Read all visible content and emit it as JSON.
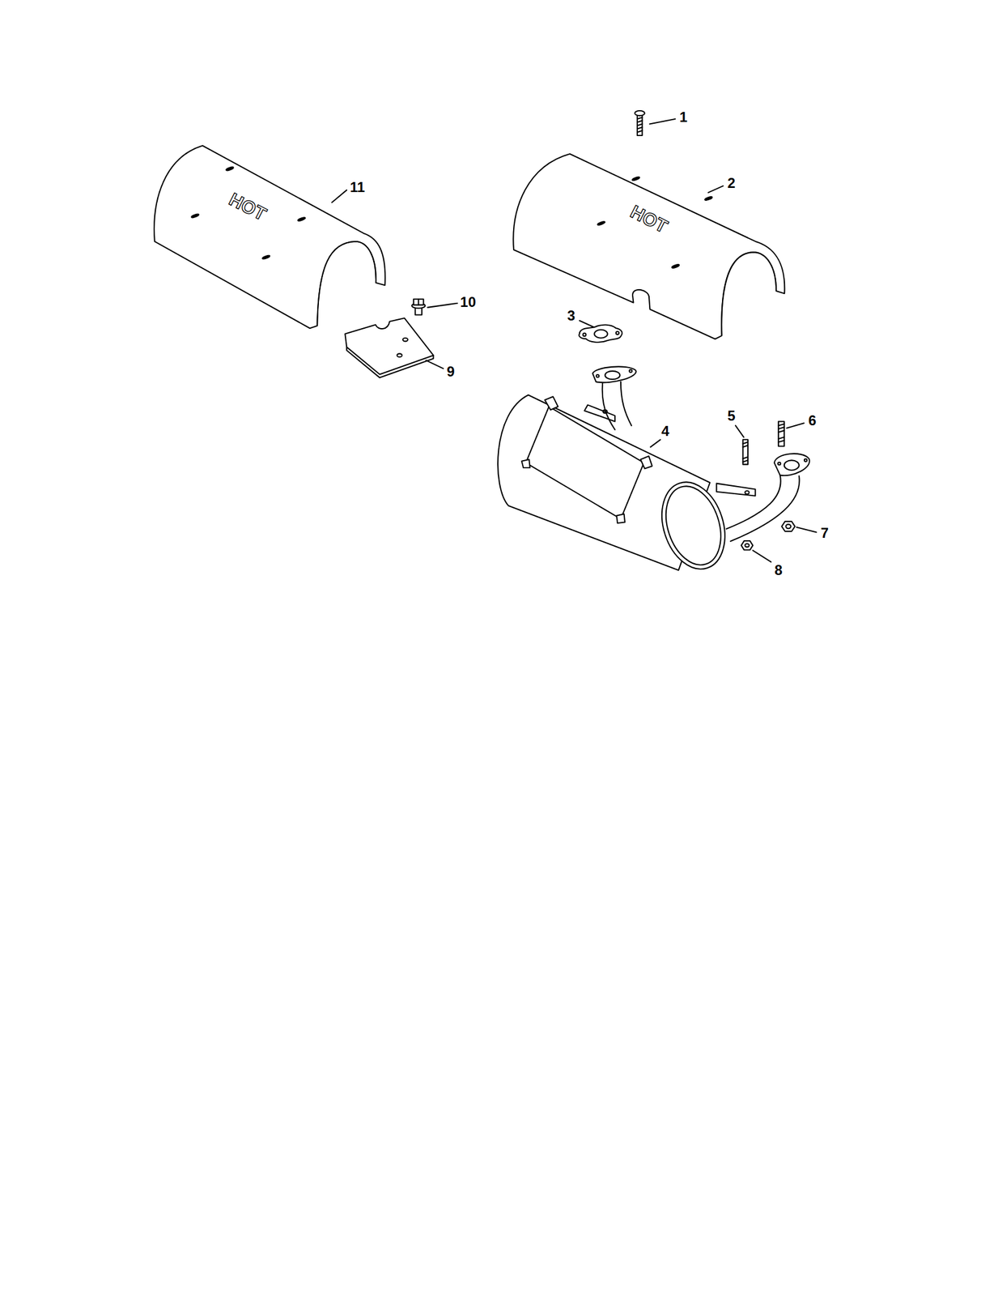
{
  "diagram": {
    "nodes": [
      {
        "text": [
          "HOT"
        ]
      },
      {
        "text": [
          "HOT"
        ]
      }
    ],
    "labels": [
      "1",
      "11",
      "2",
      "10",
      "3",
      "9",
      "4",
      "5",
      "6",
      "7",
      "8"
    ]
  }
}
